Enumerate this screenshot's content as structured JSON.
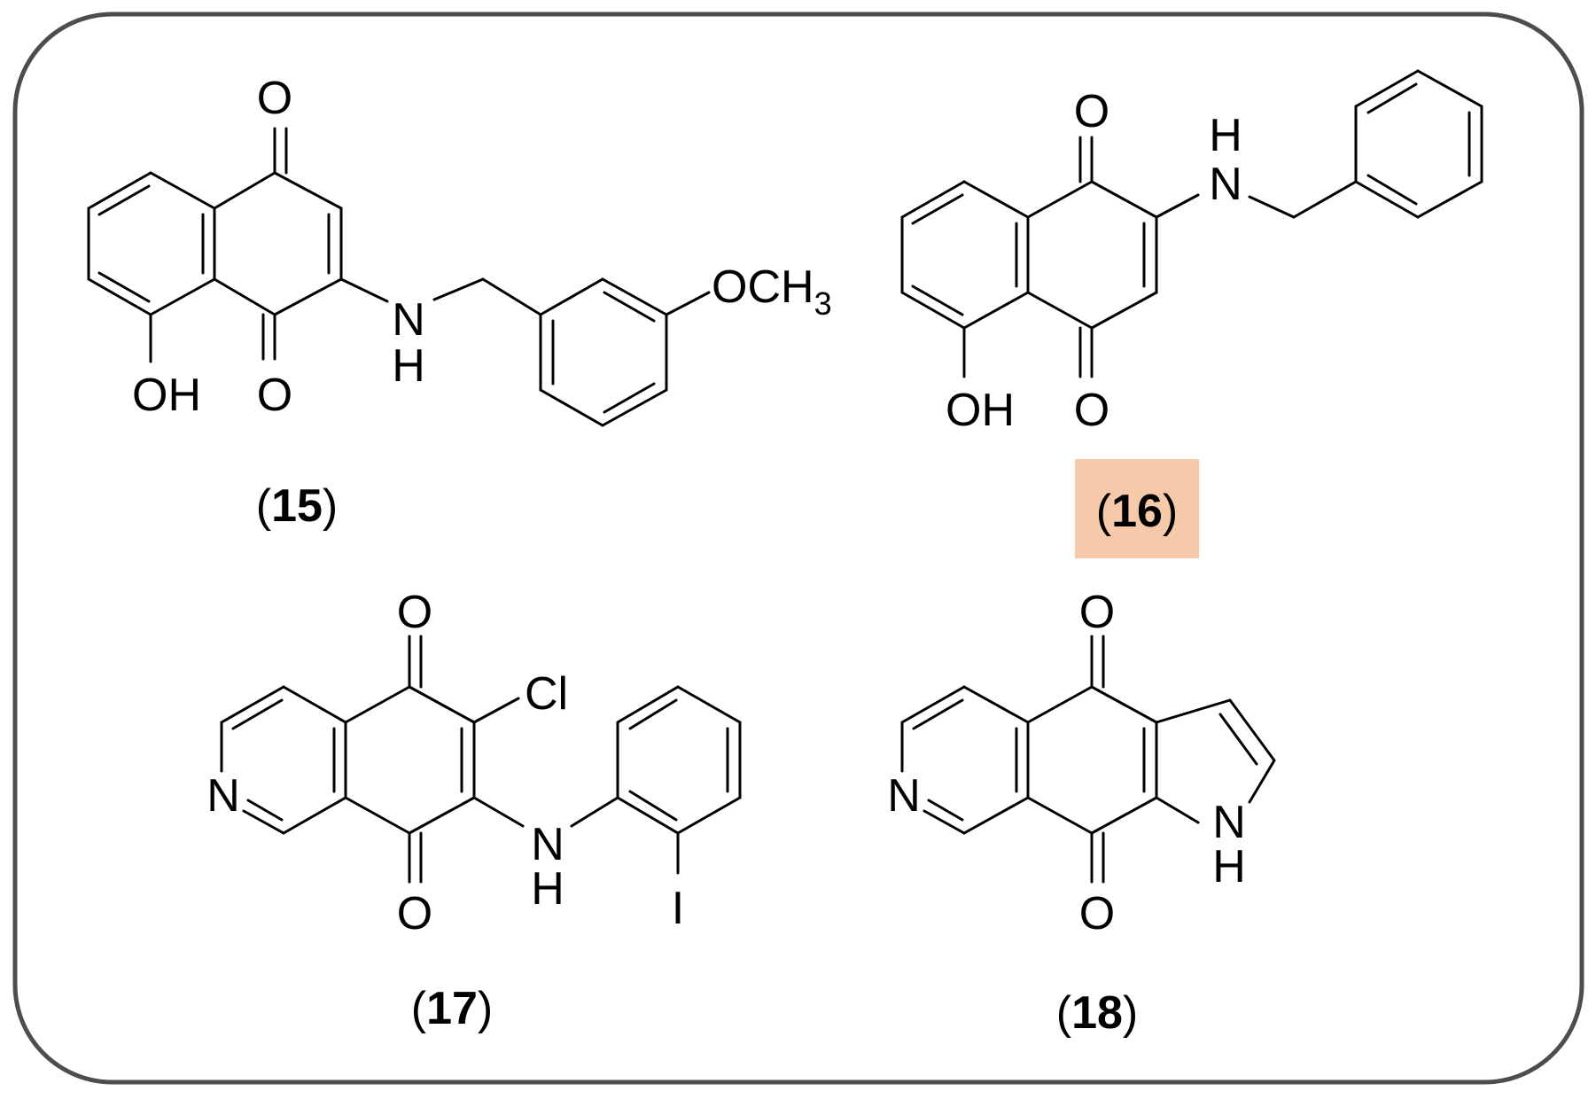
{
  "colors": {
    "frame": "#4d4d4d",
    "highlight": "#f7c9ab",
    "ink": "#000000"
  },
  "compounds": [
    {
      "label": "15",
      "atoms": {
        "o_top": "O",
        "o_bottom": "O",
        "oh": "OH",
        "nh_n": "N",
        "nh_h": "H",
        "och3_main": "OCH",
        "och3_sub": "3"
      }
    },
    {
      "label": "16",
      "highlighted": true,
      "atoms": {
        "o_top": "O",
        "o_bottom": "O",
        "oh": "OH",
        "nh_h": "H",
        "nh_n": "N"
      }
    },
    {
      "label": "17",
      "atoms": {
        "o_top": "O",
        "o_bottom": "O",
        "cl": "Cl",
        "n_ring": "N",
        "nh_n": "N",
        "nh_h": "H",
        "iodo": "I"
      }
    },
    {
      "label": "18",
      "atoms": {
        "o_top": "O",
        "o_bottom": "O",
        "n_ring": "N",
        "nh_n": "N",
        "nh_h": "H"
      }
    }
  ]
}
